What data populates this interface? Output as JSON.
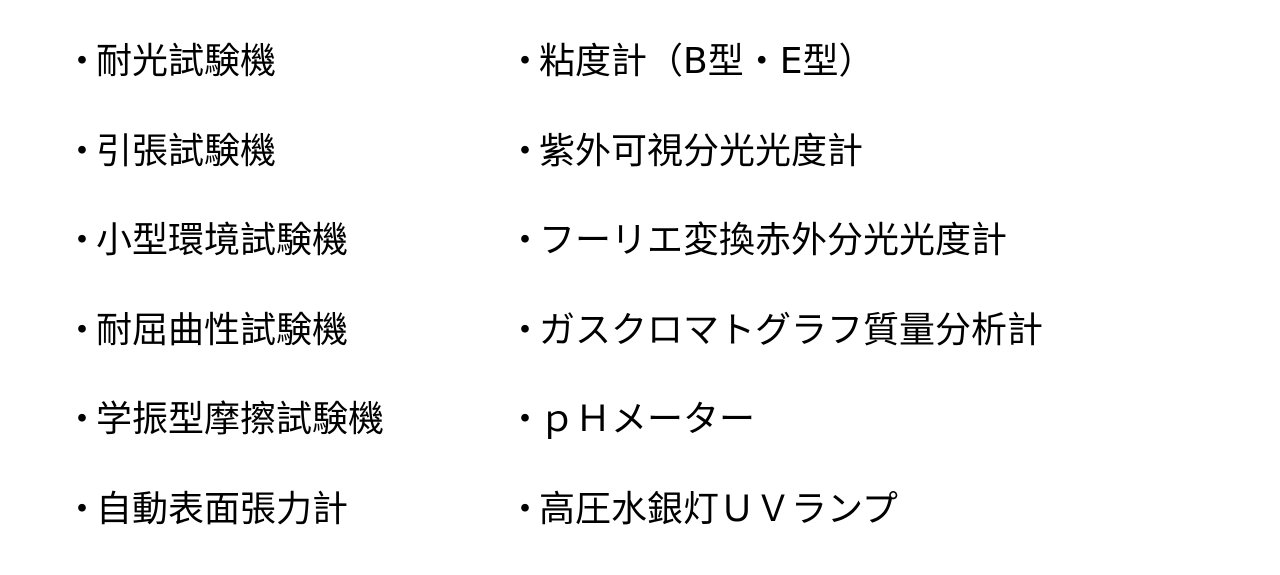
{
  "bullet": "・",
  "left_column": {
    "items": [
      {
        "label": "耐光試験機"
      },
      {
        "label": "引張試験機"
      },
      {
        "label": "小型環境試験機"
      },
      {
        "label": "耐屈曲性試験機"
      },
      {
        "label": "学振型摩擦試験機"
      },
      {
        "label": "自動表面張力計"
      }
    ]
  },
  "right_column": {
    "items": [
      {
        "label": "粘度計（B型・E型）"
      },
      {
        "label": "紫外可視分光光度計"
      },
      {
        "label": "フーリエ変換赤外分光光度計"
      },
      {
        "label": "ガスクロマトグラフ質量分析計"
      },
      {
        "label": "ｐＨメーター"
      },
      {
        "label": "高圧水銀灯ＵＶランプ"
      }
    ]
  }
}
